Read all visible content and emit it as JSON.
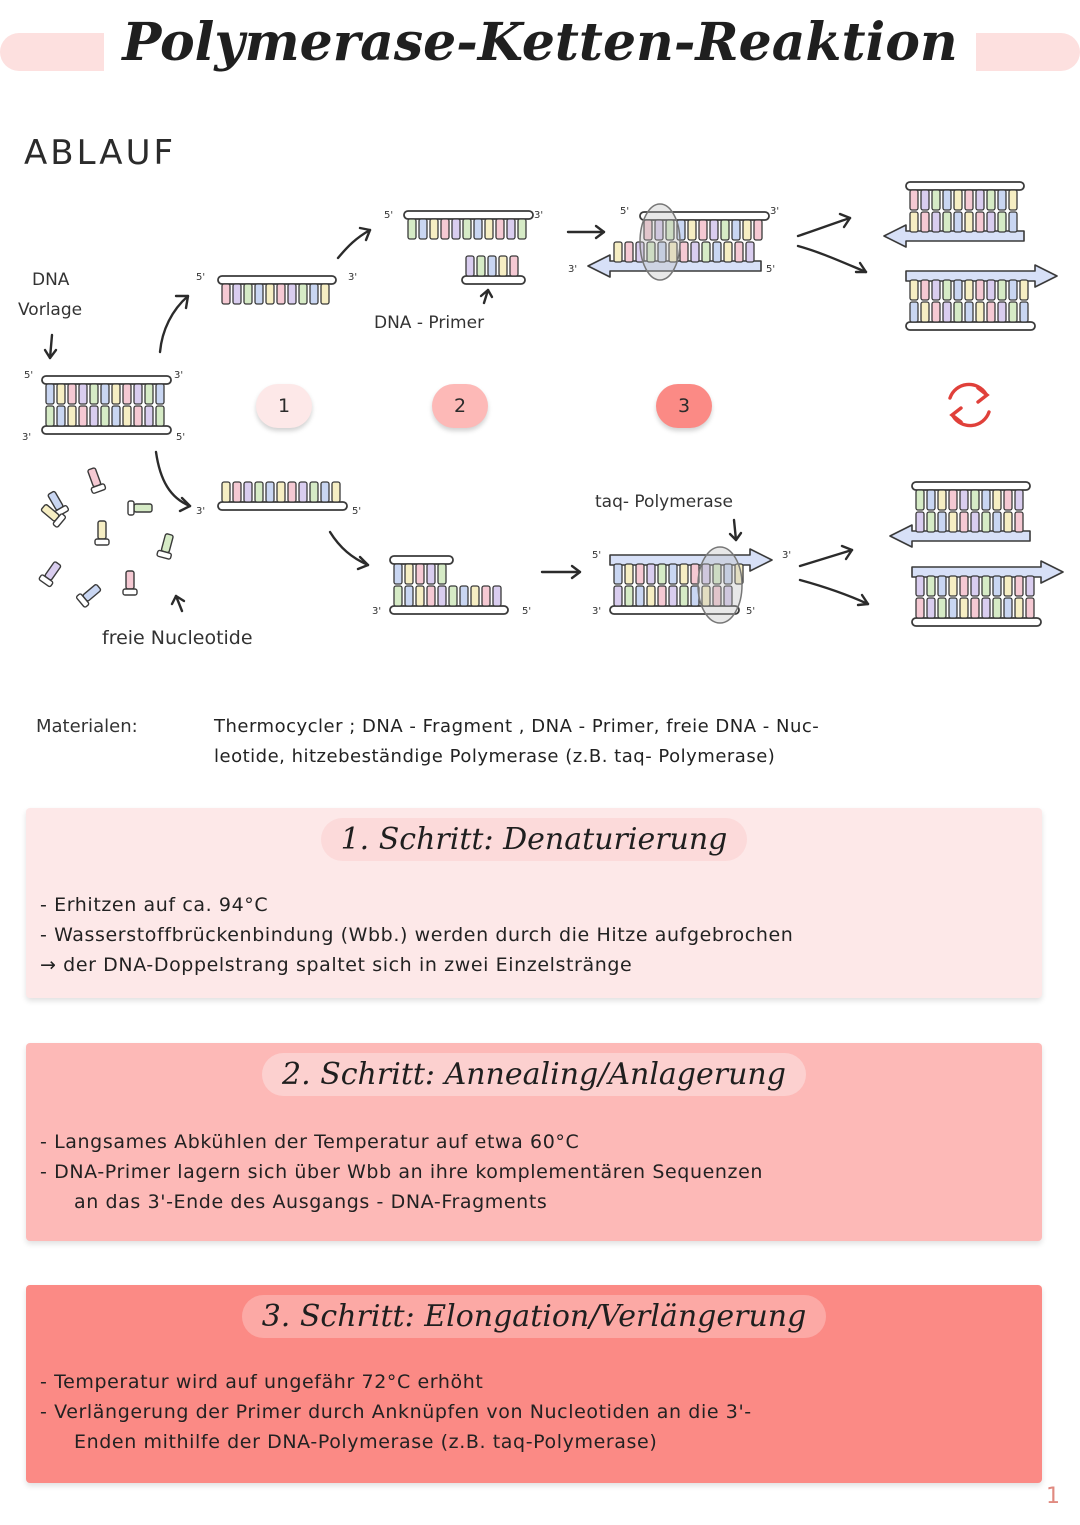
{
  "title": "Polymerase-Ketten-Reaktion",
  "section": "ABLAUF",
  "diagram": {
    "labels": {
      "dna_vorlage_line1": "DNA",
      "dna_vorlage_line2": "Vorlage",
      "dna_primer": "DNA - Primer",
      "taq_polymerase": "taq- Polymerase",
      "freie_nucleotide": "freie Nucleotide"
    },
    "ends": {
      "five_prime": "5'",
      "three_prime": "3'"
    },
    "steps": [
      "1",
      "2",
      "3"
    ],
    "cycle_icon": "cycle-arrows-icon",
    "colors": {
      "base_blue": "#c9d6f2",
      "base_pink": "#f5c9d3",
      "base_green": "#d6ebc6",
      "base_yellow": "#f6eec3",
      "base_violet": "#d9cdef",
      "strand": "#3a3a3a",
      "arrow_fill": "#d7e0f7",
      "cycle": "#e0403a"
    }
  },
  "materials": {
    "label": "Materialen:",
    "line1": "Thermocycler ; DNA - Fragment , DNA - Primer, freie DNA - Nuc-",
    "line2": "leotide, hitzebeständige Polymerase (z.B. taq- Polymerase)"
  },
  "steps_text": [
    {
      "heading": "1. Schritt: Denaturierung",
      "bg": "#fde8e8",
      "head_bg": "#fcdada",
      "lines": [
        "Erhitzen auf ca. 94°C",
        "Wasserstoffbrückenbindung (Wbb.) werden durch die Hitze aufgebrochen",
        "der DNA-Doppelstrang spaltet sich in zwei Einzelstränge"
      ]
    },
    {
      "heading": "2. Schritt: Annealing/Anlagerung",
      "bg": "#fdb9b7",
      "head_bg": "#fcd0cf",
      "lines": [
        "Langsames Abkühlen der Temperatur auf etwa 60°C",
        "DNA-Primer lagern sich über Wbb an ihre komplementären Sequenzen",
        "an das 3'-Ende des Ausgangs - DNA-Fragments"
      ]
    },
    {
      "heading": "3. Schritt: Elongation/Verlängerung",
      "bg": "#fb8a85",
      "head_bg": "#fca9a5",
      "lines": [
        "Temperatur wird auf ungefähr 72°C erhöht",
        "Verlängerung der Primer durch Anknüpfen von Nucleotiden an die 3'-",
        "Enden mithilfe der DNA-Polymerase (z.B. taq-Polymerase)"
      ]
    }
  ],
  "page_number": "1"
}
